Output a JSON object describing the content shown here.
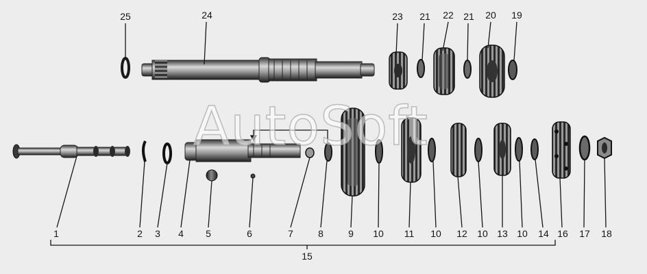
{
  "watermark": "AutoSoft",
  "colors": {
    "ink": "#151515",
    "paper": "#ededed",
    "metal_dark": "#2a2a2a",
    "metal_light": "#b5b5b5"
  },
  "labels": {
    "p1": "1",
    "p2": "2",
    "p3": "3",
    "p4": "4",
    "p5": "5",
    "p6": "6",
    "p7": "7",
    "p8": "8",
    "p9": "9",
    "p10a": "10",
    "p11": "11",
    "p10b": "10",
    "p12": "12",
    "p10c": "10",
    "p13": "13",
    "p10d": "10",
    "p14": "14",
    "p16": "16",
    "p17": "17",
    "p18": "18",
    "p15": "15",
    "p25": "25",
    "p24": "24",
    "p23": "23",
    "p21a": "21",
    "p22": "22",
    "p21b": "21",
    "p20": "20",
    "p19": "19"
  }
}
